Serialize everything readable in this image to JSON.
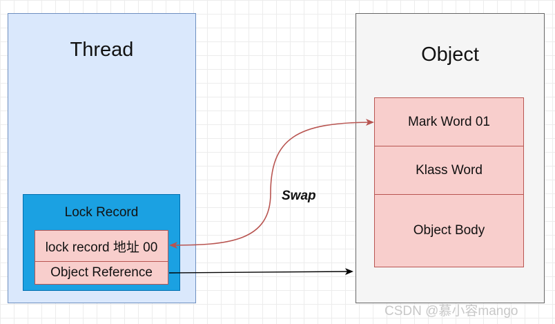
{
  "thread": {
    "title": "Thread"
  },
  "lock_record": {
    "title": "Lock Record",
    "address": "lock record 地址 00",
    "object_reference": "Object Reference"
  },
  "object": {
    "title": "Object",
    "mark_word": "Mark Word 01",
    "klass_word": "Klass Word",
    "object_body": "Object Body"
  },
  "edges": {
    "swap_label": "Swap",
    "swap_color": "#b85450",
    "reference_color": "#000000"
  },
  "watermark": "CSDN @慕小容mango"
}
